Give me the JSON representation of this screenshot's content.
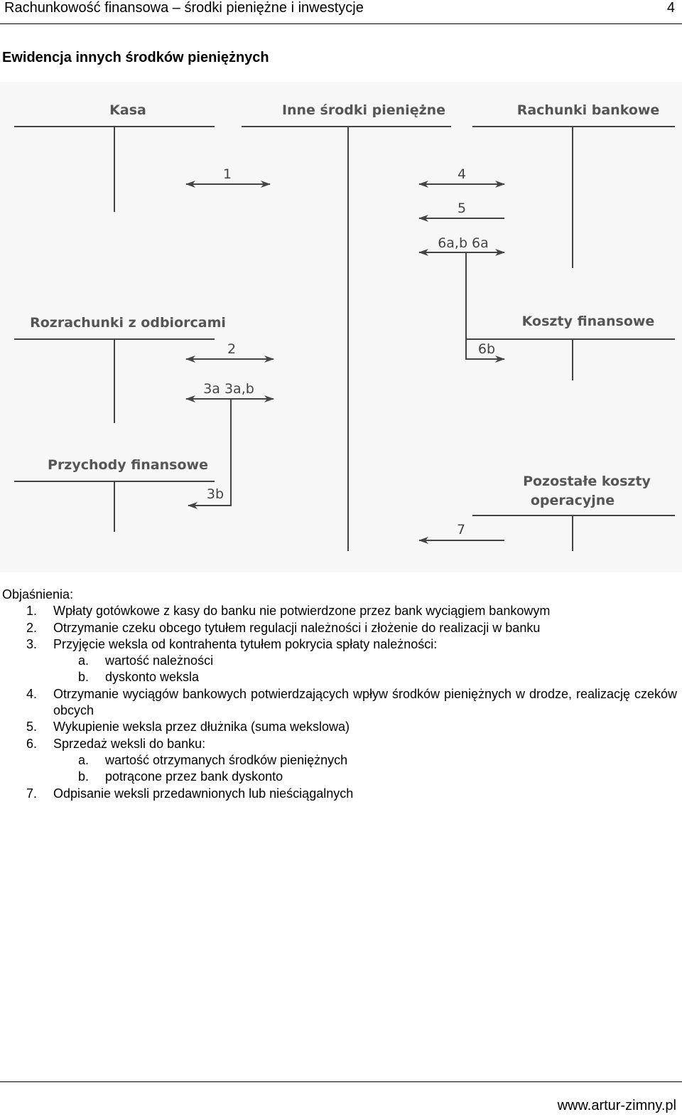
{
  "header": {
    "title": "Rachunkowość finansowa – środki pieniężne i inwestycje",
    "page_number": "4"
  },
  "section_title": "Ewidencja innych środków pieniężnych",
  "diagram": {
    "accounts": {
      "kasa": "Kasa",
      "inne": "Inne środki pieniężne",
      "rachunki": "Rachunki bankowe",
      "rozrachunki": "Rozrachunki z odbiorcami",
      "koszty_fin": "Koszty finansowe",
      "przychody_fin": "Przychody finansowe",
      "pozostale_line1": "Pozostałe koszty",
      "pozostale_line2": "operacyjne"
    },
    "flows": {
      "f1": "1",
      "f4": "4",
      "f5": "5",
      "f6": "6a,b 6a",
      "f6b": "6b",
      "f2": "2",
      "f3": "3a 3a,b",
      "f3b": "3b",
      "f7": "7"
    }
  },
  "explanations": {
    "heading": "Objaśnienia:",
    "items": [
      {
        "num": "1.",
        "text": "Wpłaty gotówkowe z kasy do banku nie potwierdzone przez bank wyciągiem bankowym"
      },
      {
        "num": "2.",
        "text": "Otrzymanie czeku obcego tytułem regulacji należności i złożenie do realizacji w banku"
      },
      {
        "num": "3.",
        "text": "Przyjęcie weksla od kontrahenta tytułem pokrycia spłaty należności:",
        "subs": [
          {
            "letter": "a.",
            "text": "wartość należności"
          },
          {
            "letter": "b.",
            "text": "dyskonto weksla"
          }
        ]
      },
      {
        "num": "4.",
        "text": "Otrzymanie wyciągów bankowych potwierdzających wpływ środków pieniężnych w drodze, realizację czeków obcych"
      },
      {
        "num": "5.",
        "text": "Wykupienie weksla przez dłużnika (suma wekslowa)"
      },
      {
        "num": "6.",
        "text": "Sprzedaż weksli do banku:",
        "subs": [
          {
            "letter": "a.",
            "text": "wartość otrzymanych środków pieniężnych"
          },
          {
            "letter": "b.",
            "text": "potrącone przez bank dyskonto"
          }
        ]
      },
      {
        "num": "7.",
        "text": "Odpisanie weksli przedawnionych lub nieściągalnych"
      }
    ]
  },
  "footer": {
    "site": "www.artur-zimny.pl"
  }
}
